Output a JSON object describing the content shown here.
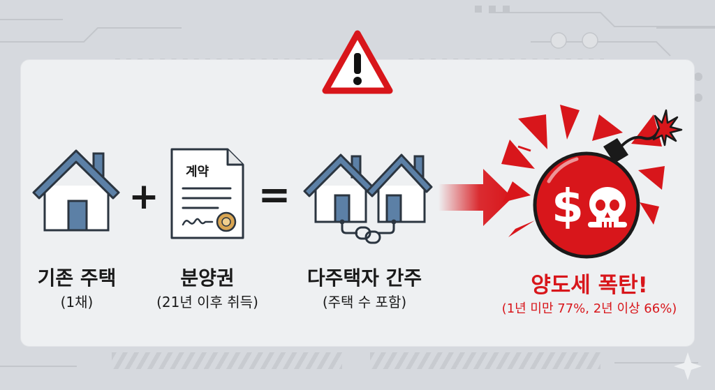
{
  "warning": {
    "icon": "warning-triangle-icon",
    "color": "#d8161b"
  },
  "colors": {
    "red": "#d8161b",
    "house_blue": "#5c80a6",
    "house_stroke": "#2b3540",
    "seal_gold": "#d9a552"
  },
  "items": [
    {
      "title": "기존 주택",
      "subtitle": "(1채)",
      "icon": "house-icon"
    },
    {
      "title": "분양권",
      "subtitle": "(21년 이후 취득)",
      "icon": "contract-document-icon",
      "doc_label": "계약"
    },
    {
      "title": "다주택자 간주",
      "subtitle": "(주택 수 포함)",
      "icon": "linked-houses-icon"
    },
    {
      "title": "양도세 폭탄!",
      "subtitle": "(1년 미만 77%, 2년 이상 66%)",
      "icon": "money-bomb-icon",
      "bomb_text": "$"
    }
  ],
  "operators": {
    "plus": "+",
    "equals": "="
  }
}
